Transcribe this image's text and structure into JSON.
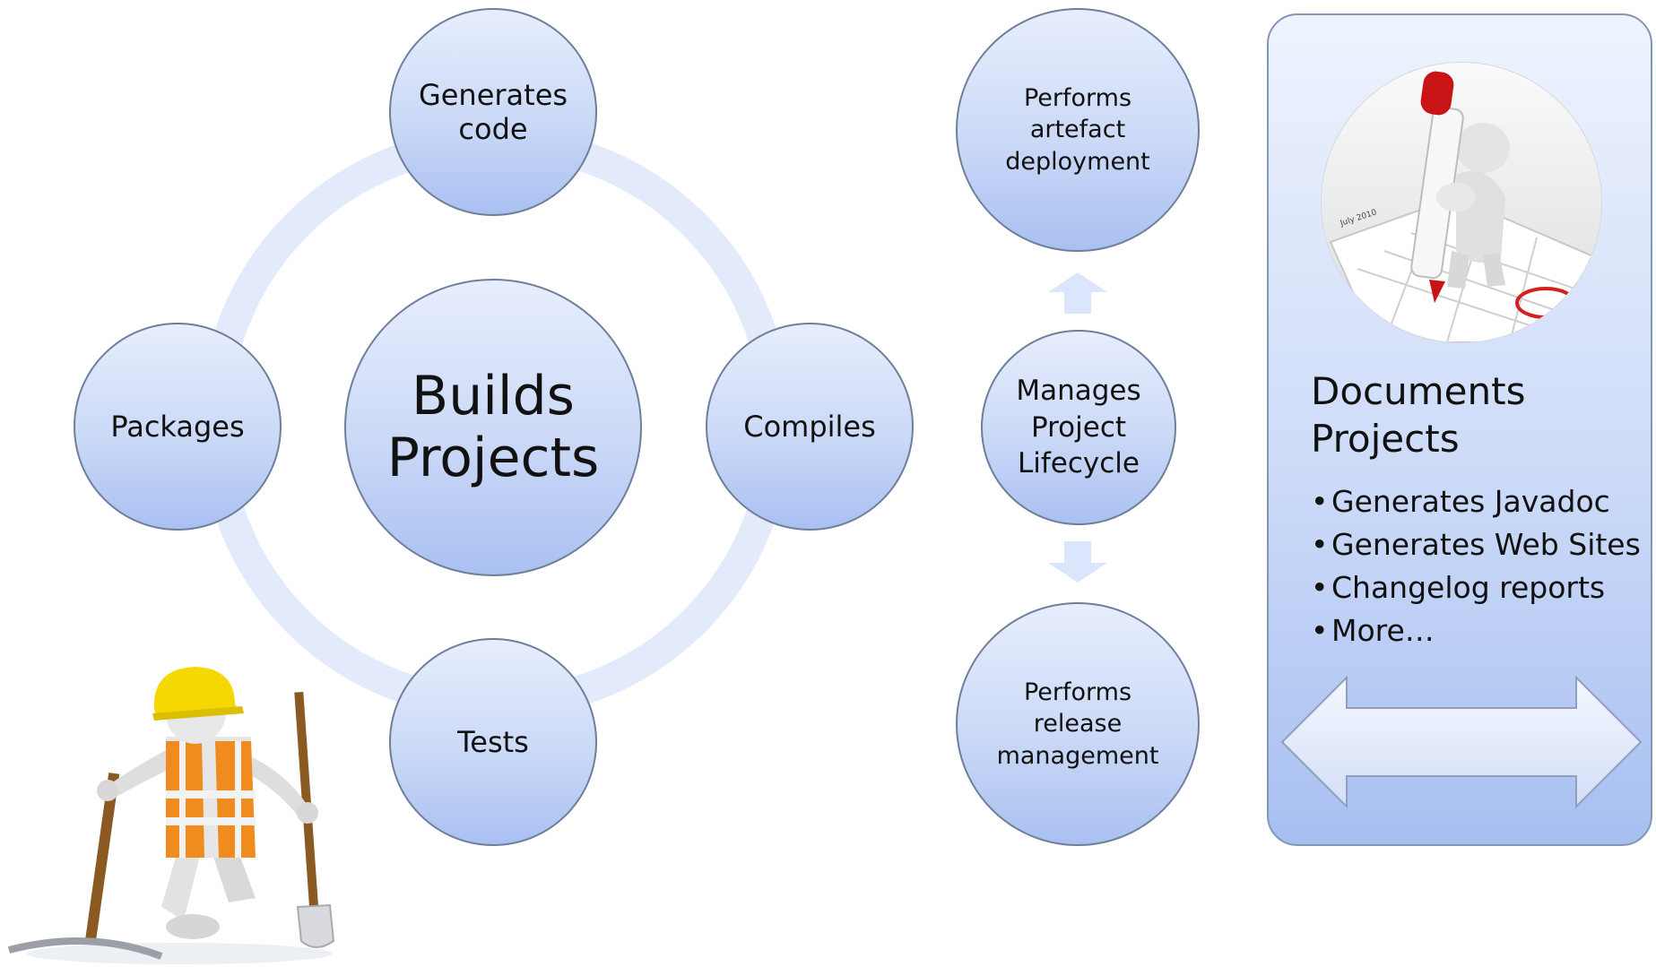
{
  "diagram": {
    "center": {
      "label": "Builds\nProjects"
    },
    "cycle_nodes": [
      {
        "label": "Generates\ncode"
      },
      {
        "label": "Compiles"
      },
      {
        "label": "Tests"
      },
      {
        "label": "Packages"
      }
    ],
    "lifecycle": {
      "top": {
        "label": "Performs\nartefact\ndeployment"
      },
      "middle": {
        "label": "Manages\nProject\nLifecycle"
      },
      "bottom": {
        "label": "Performs\nrelease\nmanagement"
      }
    },
    "documents_panel": {
      "title": "Documents\nProjects",
      "bullets": [
        "Generates Javadoc",
        "Generates Web Sites",
        "Changelog reports",
        "More…"
      ],
      "bullet_glyph": "•"
    }
  },
  "icons": {
    "up_arrow": "up-arrow-icon",
    "down_arrow": "down-arrow-icon",
    "double_arrow": "double-headed-arrow-icon",
    "worker": "construction-worker-figure",
    "marker": "marker-calendar-figure"
  },
  "colors": {
    "node_fill_top": "#e7eefd",
    "node_fill_bottom": "#a9c0f1",
    "node_border": "#6f7f99",
    "ring": "#e2eafb",
    "helmet": "#f4d800",
    "vest": "#f08c1e"
  }
}
